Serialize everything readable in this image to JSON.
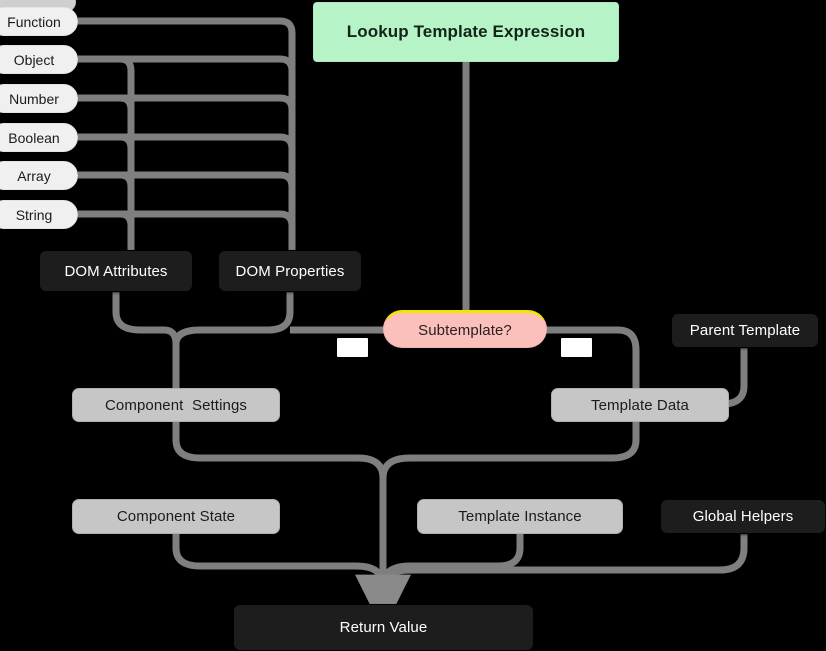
{
  "diagram": {
    "title": "Lookup Template Expression",
    "background_color": "#000000",
    "accent_colors": {
      "header": "#b6f4c8",
      "decision": "#fbc0bb",
      "decision_top_border": "#f2e600",
      "dark_node": "#1d1d1d",
      "gray_node": "#c6c6c6",
      "chip": "#f0f0f0",
      "edge": "#7f7f7f"
    },
    "header_node": {
      "label": "Lookup Template Expression"
    },
    "decision_node": {
      "label": "Subtemplate?"
    },
    "type_chips": [
      {
        "label": "",
        "partial": true
      },
      {
        "label": "Function"
      },
      {
        "label": "Object"
      },
      {
        "label": "Number"
      },
      {
        "label": "Boolean"
      },
      {
        "label": "Array"
      },
      {
        "label": "String"
      }
    ],
    "dom_nodes": [
      {
        "label": "DOM Attributes"
      },
      {
        "label": "DOM Properties"
      }
    ],
    "mid_nodes": [
      {
        "label": "Component  Settings"
      },
      {
        "label": "Template Data"
      },
      {
        "label": "Parent Template"
      }
    ],
    "source_nodes": [
      {
        "label": "Component State"
      },
      {
        "label": "Template Instance"
      },
      {
        "label": "Global Helpers"
      }
    ],
    "result_node": {
      "label": "Return Value"
    },
    "edge_labels": [
      {
        "label": ""
      },
      {
        "label": ""
      }
    ]
  }
}
